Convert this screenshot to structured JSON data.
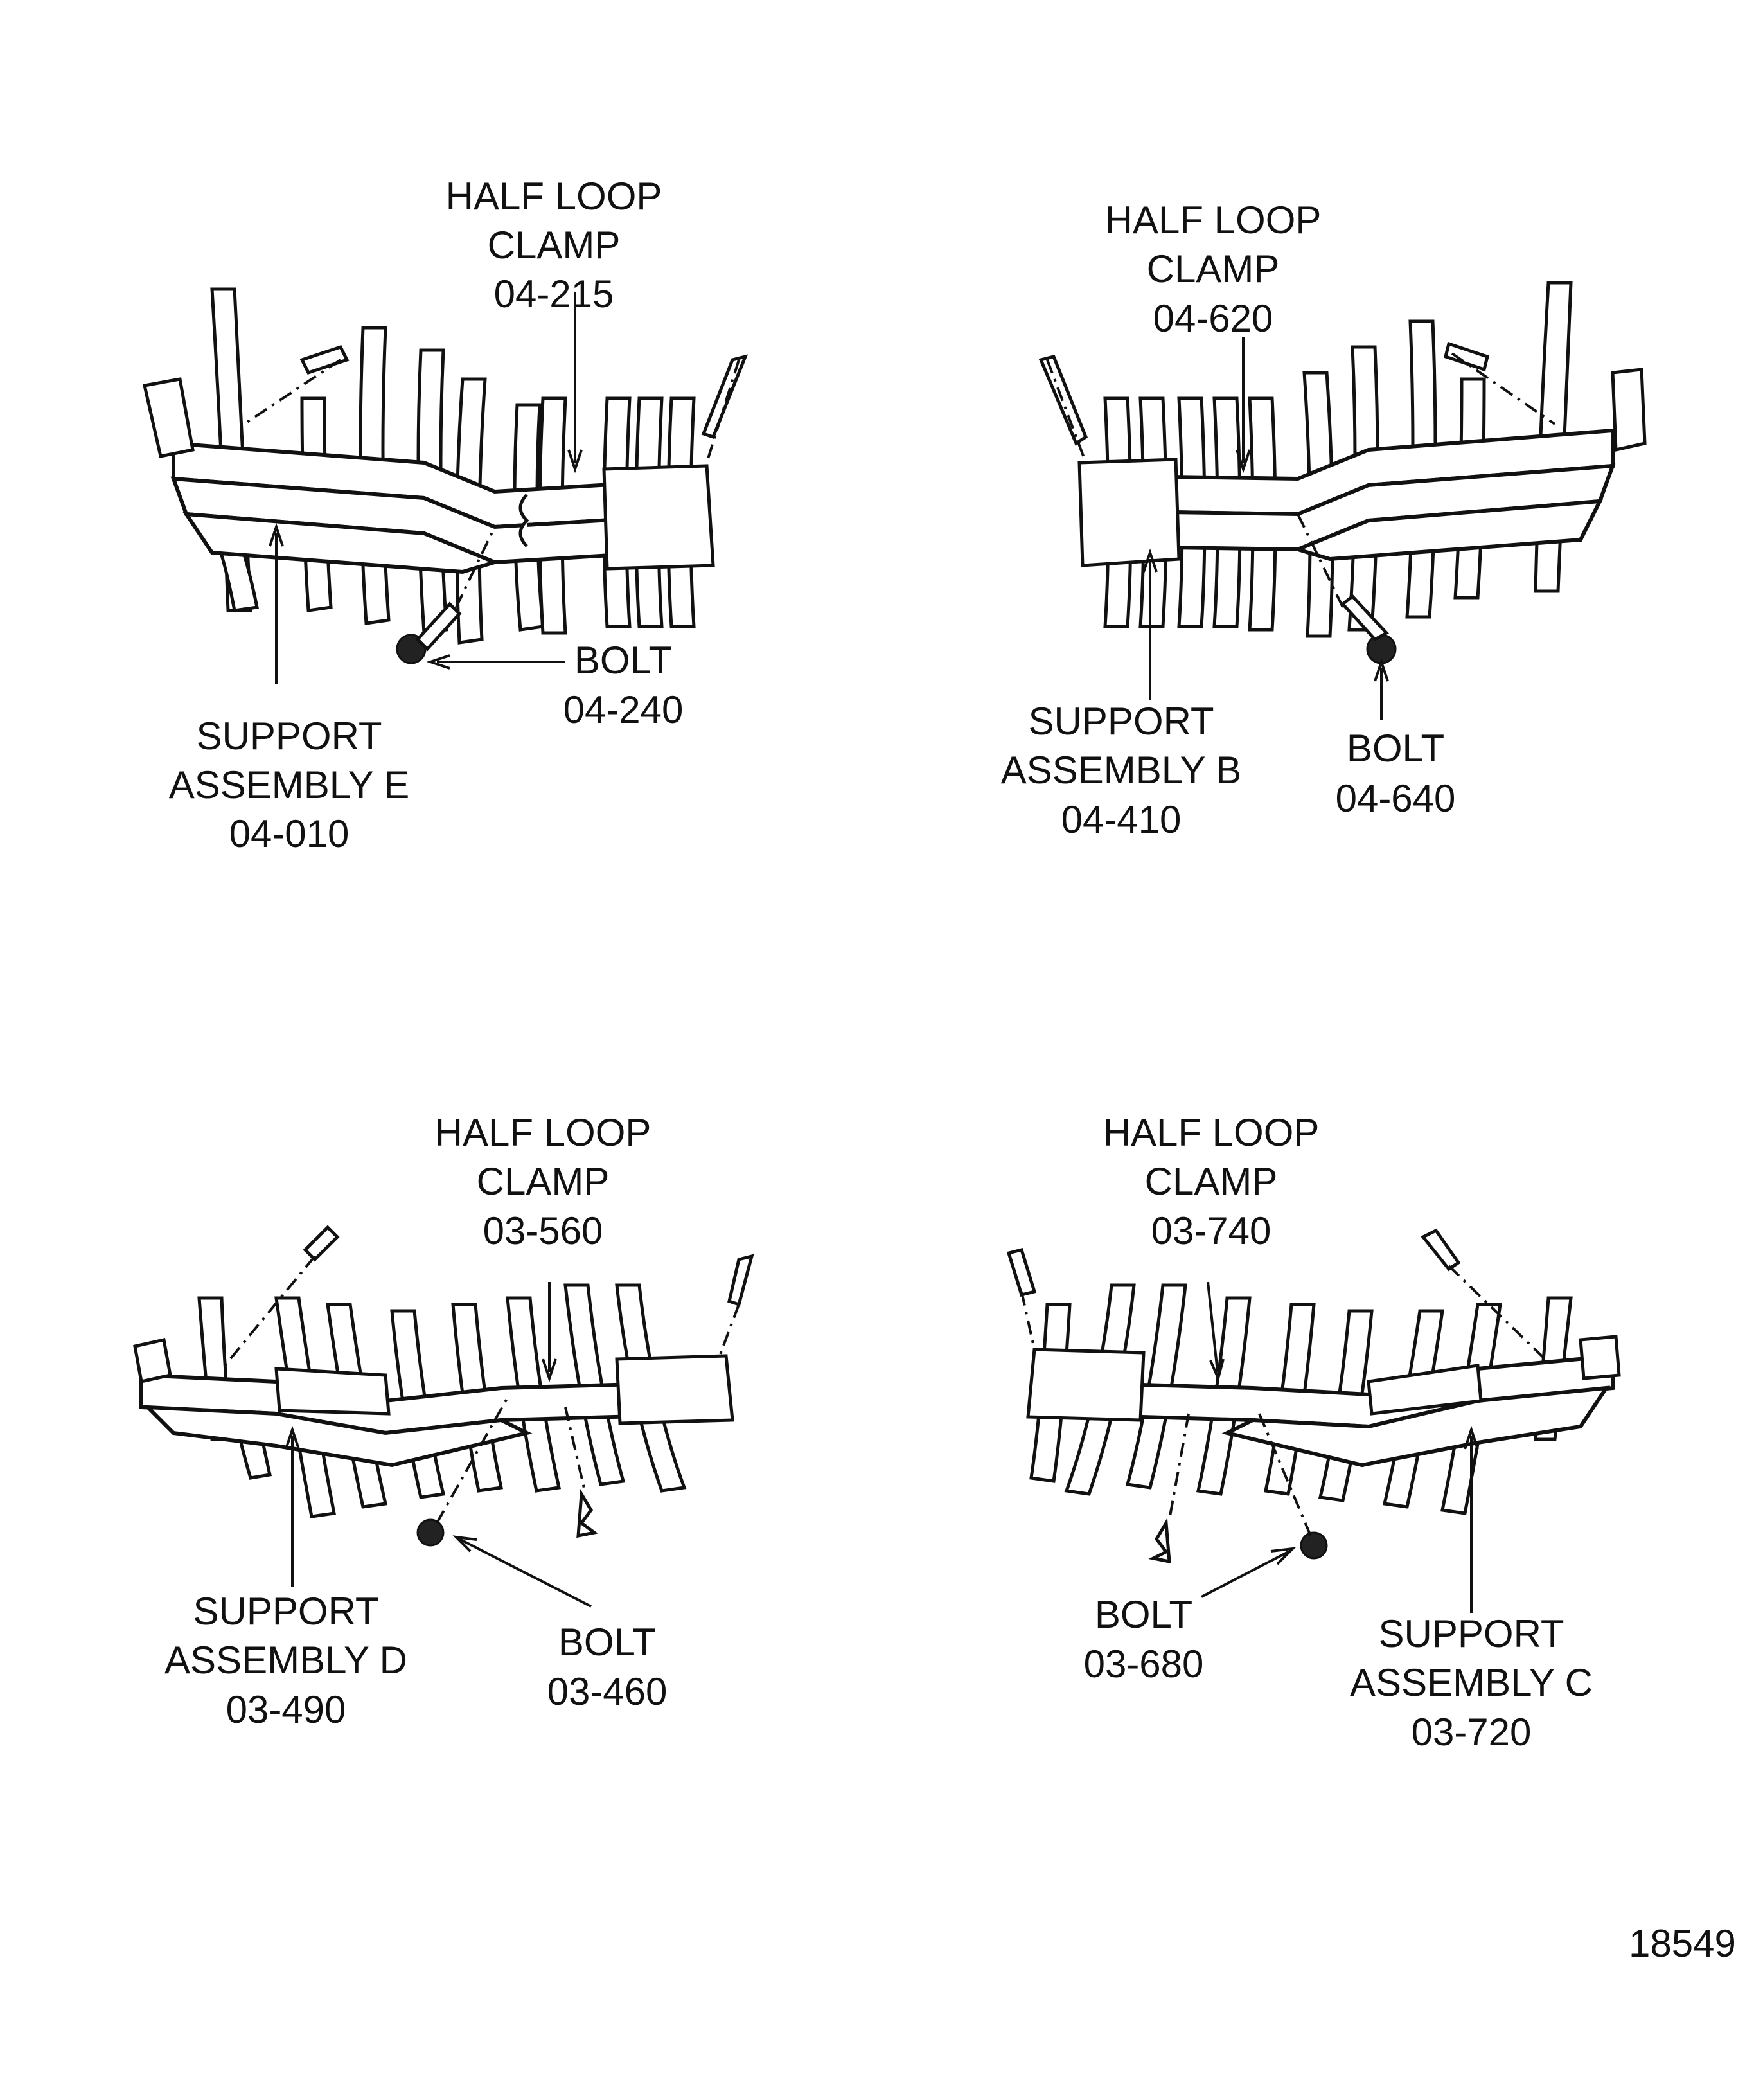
{
  "figure_number": "18549",
  "panels": {
    "top_left": {
      "clamp_title": "HALF LOOP\nCLAMP",
      "clamp_part": "04-215",
      "bolt_title": "BOLT",
      "bolt_part": "04-240",
      "support_title": "SUPPORT\nASSEMBLY E",
      "support_part": "04-010"
    },
    "top_right": {
      "clamp_title": "HALF LOOP\nCLAMP",
      "clamp_part": "04-620",
      "bolt_title": "BOLT",
      "bolt_part": "04-640",
      "support_title": "SUPPORT\nASSEMBLY B",
      "support_part": "04-410"
    },
    "bottom_left": {
      "clamp_title": "HALF LOOP\nCLAMP",
      "clamp_part": "03-560",
      "bolt_title": "BOLT",
      "bolt_part": "03-460",
      "support_title": "SUPPORT\nASSEMBLY D",
      "support_part": "03-490"
    },
    "bottom_right": {
      "clamp_title": "HALF LOOP\nCLAMP",
      "clamp_part": "03-740",
      "bolt_title": "BOLT",
      "bolt_part": "03-680",
      "support_title": "SUPPORT\nASSEMBLY C",
      "support_part": "03-720"
    }
  }
}
